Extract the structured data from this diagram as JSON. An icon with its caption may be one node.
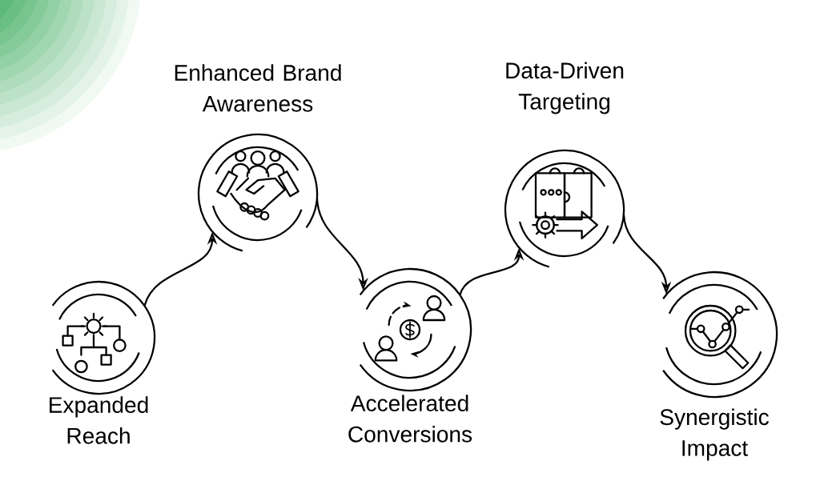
{
  "diagram": {
    "nodes": [
      {
        "text": [
          "Expanded Reach"
        ]
      },
      {
        "text": [
          "Enhanced Brand Awareness"
        ]
      },
      {
        "text": [
          "Accelerated Conversions"
        ]
      },
      {
        "text": [
          "Data-Driven Targeting"
        ]
      },
      {
        "text": [
          "Synergistic Impact"
        ]
      }
    ],
    "edges": [
      {
        "from": 0,
        "to": 1,
        "arrow": "to"
      },
      {
        "from": 1,
        "to": 2,
        "arrow": "to"
      },
      {
        "from": 2,
        "to": 3,
        "arrow": "to"
      },
      {
        "from": 3,
        "to": 4,
        "arrow": "to"
      }
    ]
  }
}
